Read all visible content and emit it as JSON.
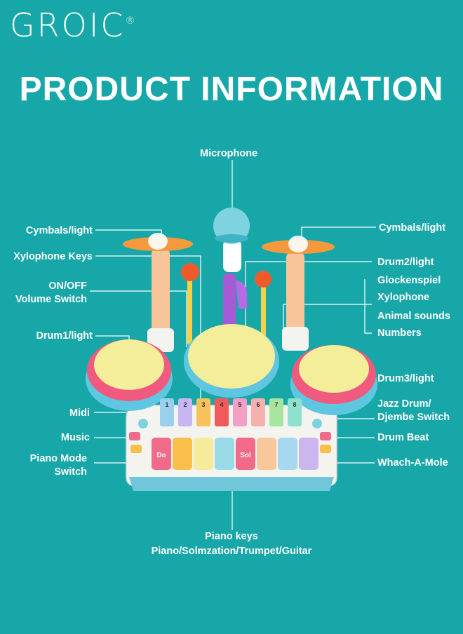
{
  "brand": {
    "name": "GROIC",
    "mark": "®"
  },
  "title": "PRODUCT INFORMATION",
  "labels": {
    "microphone": "Microphone",
    "cymbals_left": "Cymbals/light",
    "cymbals_right": "Cymbals/light",
    "xylophone_keys": "Xylophone Keys",
    "drum2": "Drum2/light",
    "on_off": "ON/OFF",
    "volume_switch": "Volume Switch",
    "glockenspiel": "Glockenspiel",
    "xylophone": "Xylophone",
    "animal_sounds": "Animal sounds",
    "numbers": "Numbers",
    "drum1": "Drum1/light",
    "drum3": "Drum3/light",
    "midi": "Midi",
    "jazz_drum": "Jazz Drum/",
    "djembe_switch": "Djembe Switch",
    "music": "Music",
    "drum_beat": "Drum Beat",
    "piano_mode": "Piano Mode",
    "switch": "Switch",
    "whack_a_mole": "Whach-A-Mole",
    "piano_keys": "Piano keys",
    "piano_modes": "Piano/Solmzation/Trumpet/Guitar"
  },
  "xylophone_key_numbers": [
    "1",
    "2",
    "3",
    "4",
    "5",
    "6",
    "7",
    "8"
  ],
  "piano_key_notes": {
    "do": "Do",
    "sol": "Sol"
  },
  "colors": {
    "background": "#17a7a9",
    "text": "#ffffff",
    "drum_pad": "#f4ee9a",
    "drum_rim": "#f05a7e",
    "drum_base": "#5ec6e0",
    "cymbal": "#f59a3c",
    "body": "#f3f3ef",
    "mic": "#7fd3e0"
  }
}
